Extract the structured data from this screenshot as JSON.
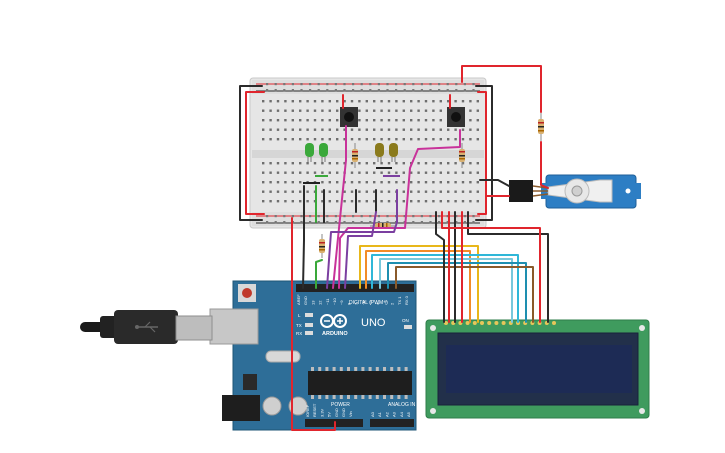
{
  "arduino": {
    "brand": "ARDUINO",
    "model": "UNO",
    "digital_label": "DIGITAL (PWM~)",
    "analog_label": "ANALOG IN",
    "power_label": "POWER",
    "led_l": "L",
    "led_tx": "TX",
    "led_rx": "RX",
    "led_on": "ON",
    "pins_top": [
      "AREF",
      "GND",
      "13",
      "12",
      "~11",
      "~10",
      "~9",
      "8",
      "7",
      "~6",
      "~5",
      "4",
      "~3",
      "2",
      "TX 1",
      "RX 0"
    ],
    "pins_power": [
      "IOREF",
      "RESET",
      "3.3V",
      "5V",
      "GND",
      "GND",
      "Vin"
    ],
    "pins_analog": [
      "A0",
      "A1",
      "A2",
      "A3",
      "A4",
      "A5"
    ]
  },
  "colors": {
    "board": "#2e6e98",
    "breadboard": "#e5e5e5",
    "lcd_frame": "#3f9b5e",
    "lcd_screen": "#1d2b55",
    "servo": "#2d7ec4",
    "wire_red": "#e0252d",
    "wire_black": "#2b2b2b",
    "led_green": "#3aa83a",
    "led_yellow": "#8a7a1c"
  }
}
